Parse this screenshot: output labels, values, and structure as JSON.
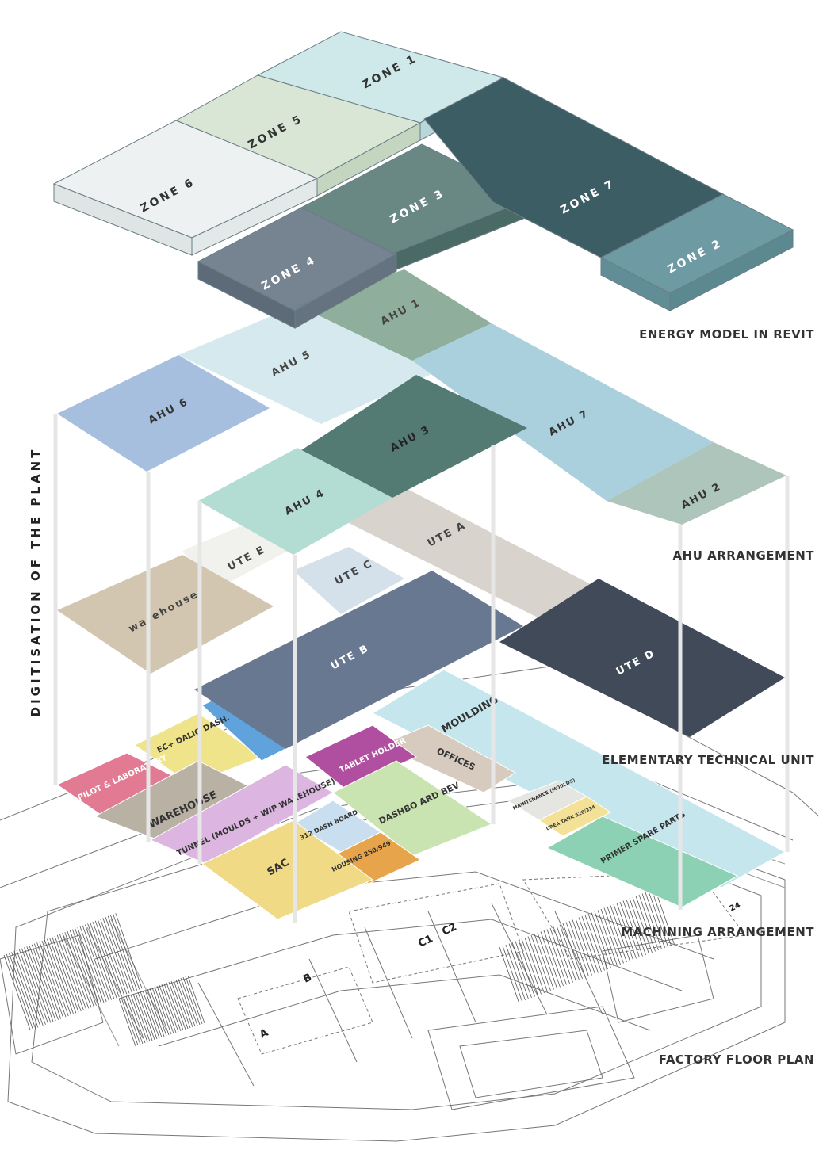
{
  "side_title": "DIGITISATION OF THE PLANT",
  "layer_labels": {
    "energy_model": "ENERGY MODEL IN REVIT",
    "ahu": "AHU ARRANGEMENT",
    "ute": "ELEMENTARY TECHNICAL UNIT",
    "machining": "MACHINING ARRANGEMENT",
    "floor_plan": "FACTORY FLOOR PLAN"
  },
  "zones": [
    {
      "label": "ZONE 1",
      "color": "#cfe8ea"
    },
    {
      "label": "ZONE 5",
      "color": "#d9e6d5"
    },
    {
      "label": "ZONE 6",
      "color": "#eef1f1"
    },
    {
      "label": "ZONE 3",
      "color": "#5d7e78"
    },
    {
      "label": "ZONE 7",
      "color": "#3d5d64"
    },
    {
      "label": "ZONE 2",
      "color": "#6e9aa3"
    },
    {
      "label": "ZONE 4",
      "color": "#6f7d8c"
    }
  ],
  "ahus": [
    {
      "label": "AHU 1",
      "color": "#8fae9c"
    },
    {
      "label": "AHU 5",
      "color": "#d6e9ee"
    },
    {
      "label": "AHU 6",
      "color": "#a6bfdf"
    },
    {
      "label": "AHU 3",
      "color": "#537a73"
    },
    {
      "label": "AHU 7",
      "color": "#a9d0dc"
    },
    {
      "label": "AHU 2",
      "color": "#aec5bb"
    },
    {
      "label": "AHU 4",
      "color": "#b3dcd3"
    }
  ],
  "utes": [
    {
      "label": "UTE E",
      "color": "#f1f1ed"
    },
    {
      "label": "UTE C",
      "color": "#d5e1ea"
    },
    {
      "label": "UTE A",
      "color": "#d8d3cc"
    },
    {
      "label": "warehouse",
      "color": "#d3c6b0"
    },
    {
      "label": "UTE B",
      "color": "#687890"
    },
    {
      "label": "UTE D",
      "color": "#414a59"
    }
  ],
  "machining": [
    {
      "label": "PILOT & LABORATORY",
      "color": "#e27a93"
    },
    {
      "label": "EC+ DALIO DASH.",
      "color": "#efe48a"
    },
    {
      "label": "WAREHOUSE",
      "color": "#b9b2a4"
    },
    {
      "label": "TABLET HOLDER",
      "color": "#b04fa0"
    },
    {
      "label": "MOULDING",
      "color": "#c6e6ee"
    },
    {
      "label": "OFFICES",
      "color": "#d6cbbe"
    },
    {
      "label": "TUNNEL (MOULDS + WIP WAREHOUSE)",
      "color": "#dcb6e0"
    },
    {
      "label": "DASHBO ARD BEV",
      "color": "#c9e3b1"
    },
    {
      "label": "312 DASH BOARD",
      "color": "#c9dff0"
    },
    {
      "label": "HOUSING 250/949",
      "color": "#e7a44a"
    },
    {
      "label": "SAC",
      "color": "#f1da86"
    },
    {
      "label": "MAINTENANCE (MOULDS)",
      "color": "#e5e5e2"
    },
    {
      "label": "UREA TANK 520/334",
      "color": "#f2e196"
    },
    {
      "label": "PRIMER SPARE PARTS",
      "color": "#8dd1b5"
    }
  ],
  "floor_plan_labels": [
    "A",
    "B",
    "C1",
    "C2",
    "24"
  ]
}
